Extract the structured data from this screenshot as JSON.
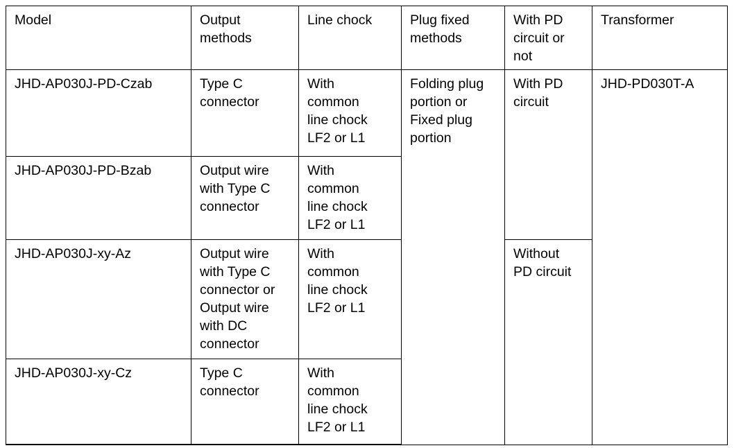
{
  "table": {
    "columns": [
      {
        "key": "model",
        "label": "Model"
      },
      {
        "key": "output",
        "label": "Output\nmethods"
      },
      {
        "key": "chock",
        "label": "Line chock"
      },
      {
        "key": "plug",
        "label": "Plug fixed\nmethods"
      },
      {
        "key": "pd",
        "label": "With PD\ncircuit or\nnot"
      },
      {
        "key": "transformer",
        "label": "Transformer"
      }
    ],
    "rows": [
      {
        "model": "JHD-AP030J-PD-Czab",
        "output": "Type C\nconnector",
        "chock": "With\ncommon\nline chock\nLF2 or L1",
        "plug": "Folding plug\nportion or\nFixed plug\nportion",
        "pd": "With PD\ncircuit",
        "transformer": "JHD-PD030T-A"
      },
      {
        "model": "JHD-AP030J-PD-Bzab",
        "output": "Output wire\nwith Type C\nconnector",
        "chock": "With\ncommon\nline chock\nLF2 or L1",
        "plug": "",
        "pd": "",
        "transformer": ""
      },
      {
        "model": "JHD-AP030J-xy-Az",
        "output": "Output wire\nwith Type C\nconnector or\nOutput wire\nwith DC\nconnector",
        "chock": "With\ncommon\nline chock\nLF2 or L1",
        "plug": "",
        "pd": "Without\nPD circuit",
        "transformer": ""
      },
      {
        "model": "JHD-AP030J-xy-Cz",
        "output": "Type C\nconnector",
        "chock": "With\ncommon\nline chock\nLF2 or L1",
        "plug": "",
        "pd": "",
        "transformer": ""
      }
    ],
    "merged_cells": {
      "plug_fixed_methods_rowspan": 4,
      "with_pd_circuit_rowspan": 2,
      "without_pd_circuit_rowspan": 2,
      "transformer_rowspan": 4
    }
  },
  "colors": {
    "background": "#ffffff",
    "text": "#000000",
    "border": "#000000"
  }
}
